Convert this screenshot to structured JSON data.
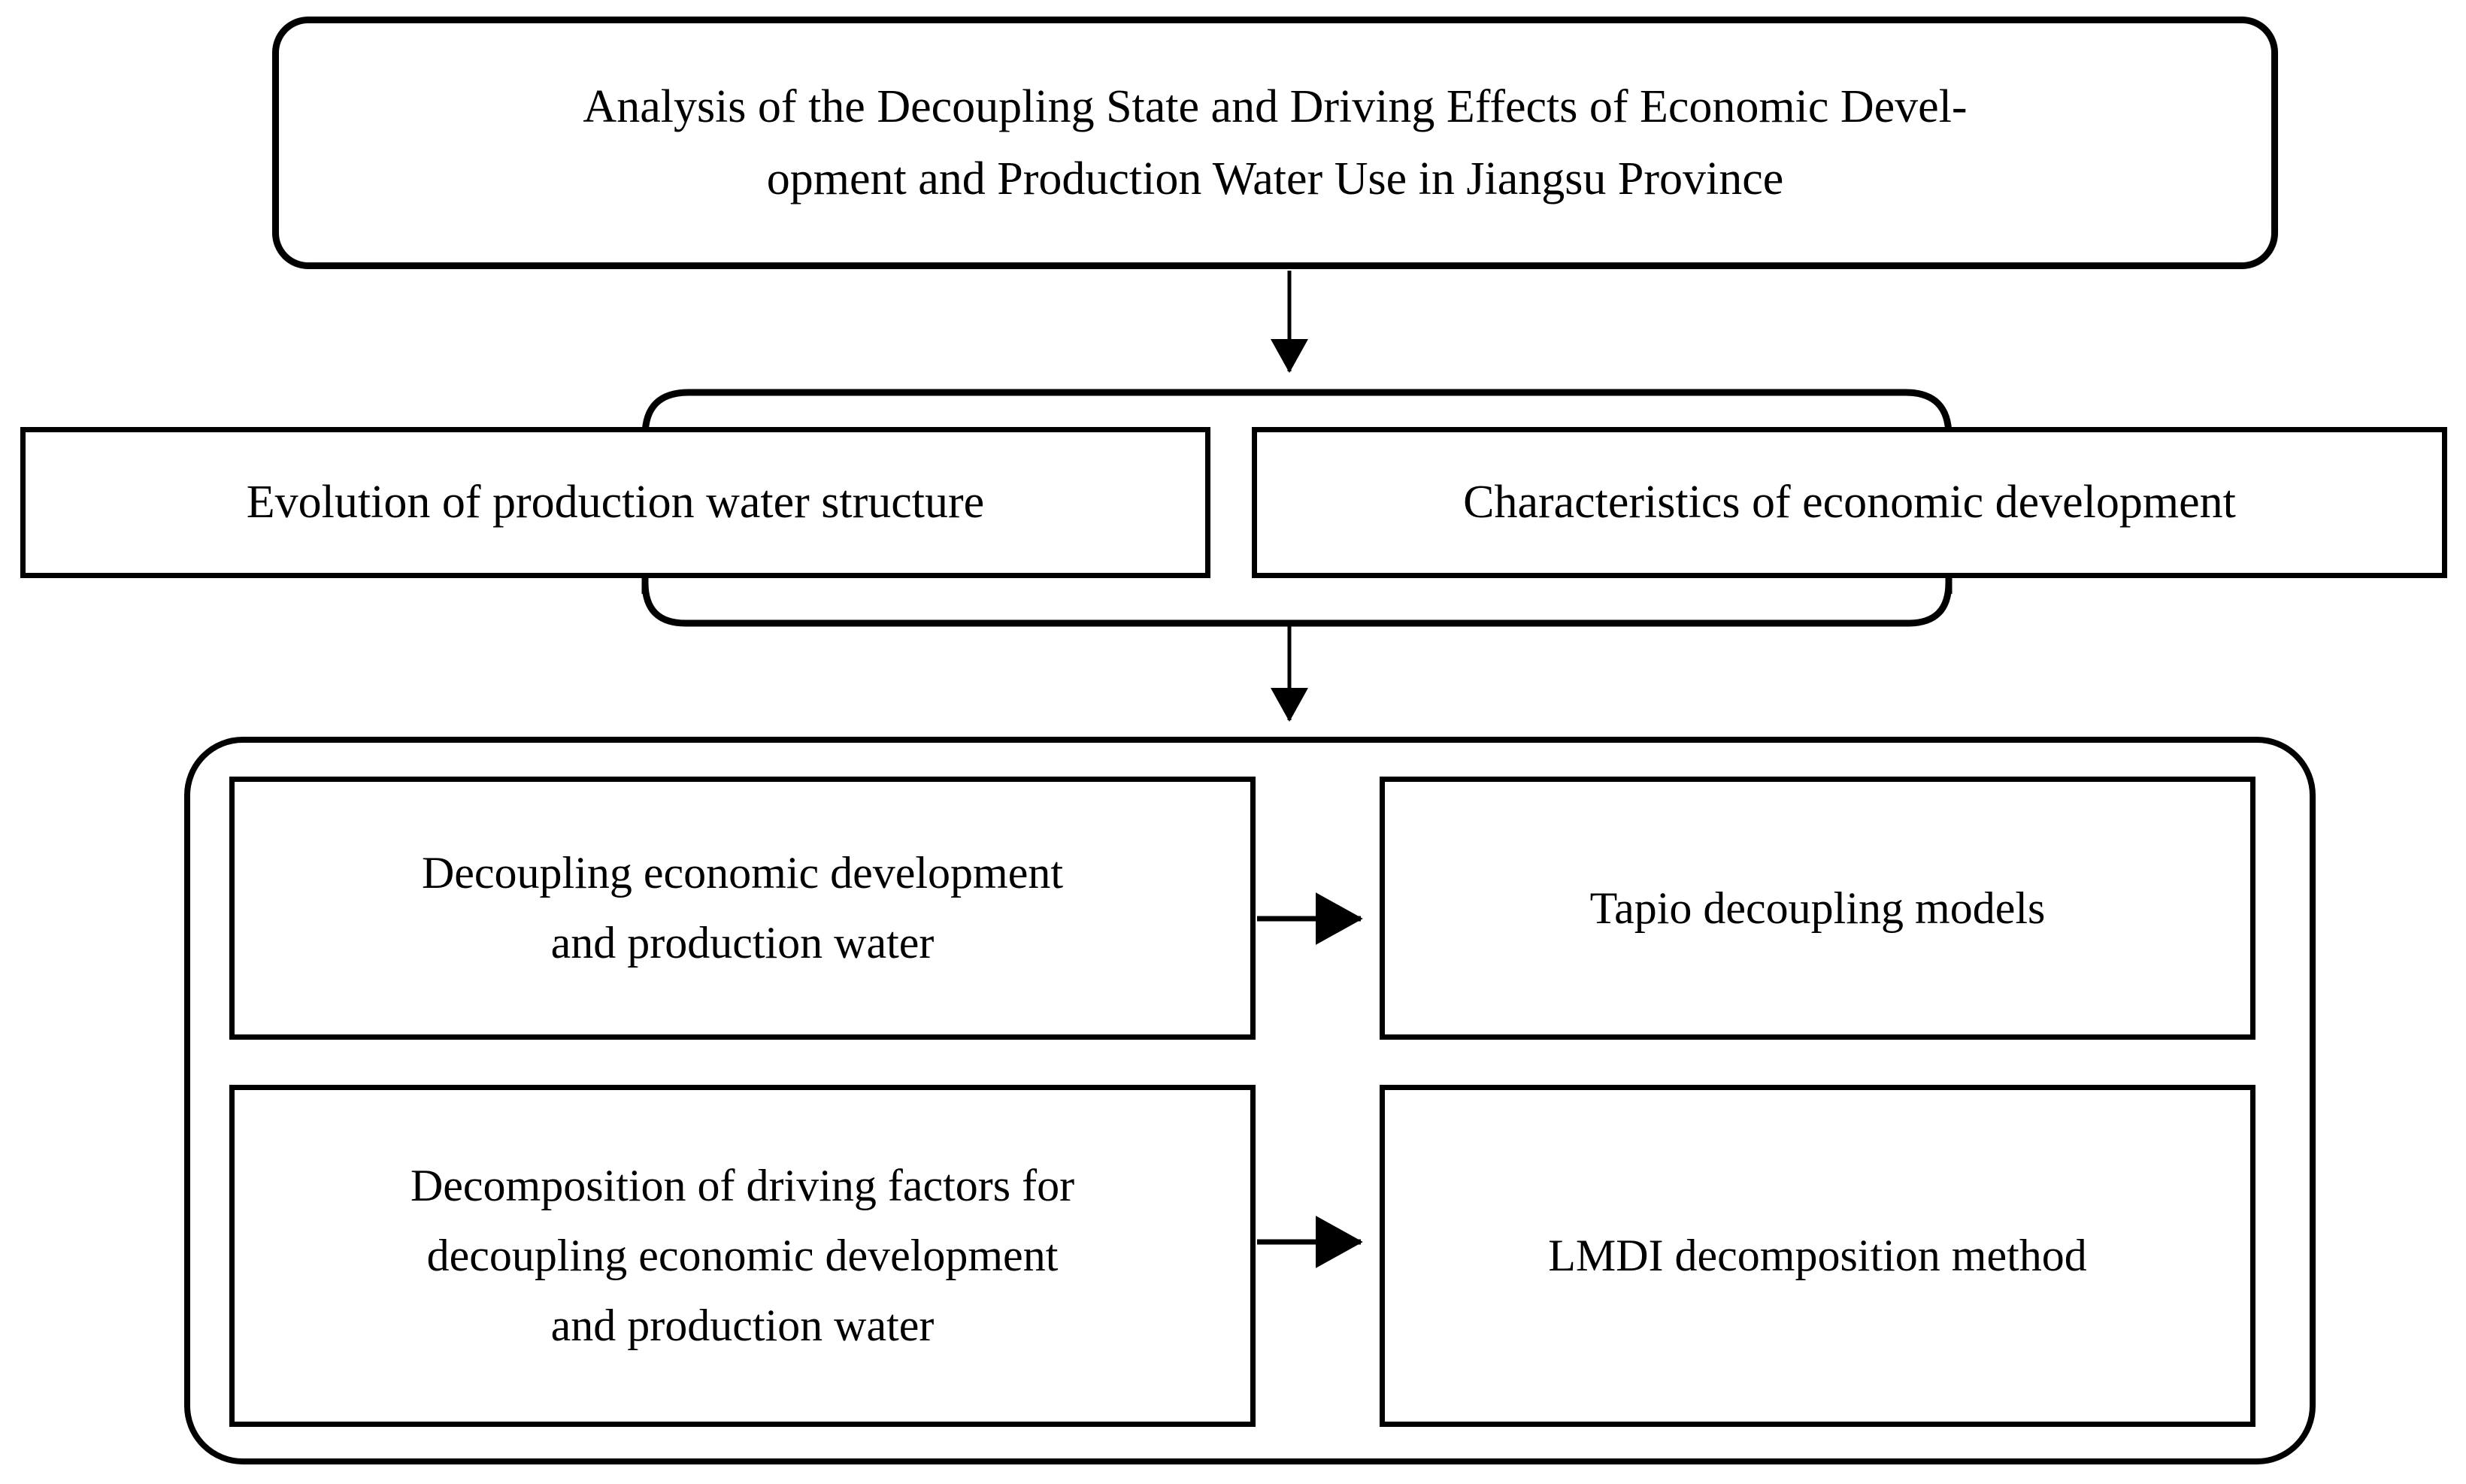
{
  "diagram": {
    "type": "flowchart",
    "orientation": "top-down",
    "background_color": "#ffffff",
    "line_color": "#000000",
    "title_node": {
      "id": "title",
      "shape": "rounded-rectangle",
      "text": "Analysis of the Decoupling State and Driving Effects of Economic Devel-\nopment and Production Water Use in Jiangsu Province"
    },
    "level_two": [
      {
        "id": "water-structure",
        "shape": "rectangle",
        "text": "Evolution of production water structure"
      },
      {
        "id": "economic-characteristics",
        "shape": "rectangle",
        "text": "Characteristics of economic development"
      }
    ],
    "methods_group": {
      "id": "methods",
      "shape": "rounded-rectangle-container",
      "topics": [
        {
          "id": "decoupling-topic",
          "shape": "rectangle",
          "text": "Decoupling economic development\nand production water"
        },
        {
          "id": "decomposition-topic",
          "shape": "rectangle",
          "text": "Decomposition of driving factors for\ndecoupling economic development\nand production water"
        }
      ],
      "methods": [
        {
          "id": "tapio",
          "shape": "rectangle",
          "text": "Tapio decoupling models"
        },
        {
          "id": "lmdi",
          "shape": "rectangle",
          "text": "LMDI decomposition method"
        }
      ]
    },
    "connectors": [
      {
        "id": "title-to-level-two",
        "kind": "arrow-down",
        "from": "title",
        "to": "level-two-bracket"
      },
      {
        "id": "level-two-top-bracket",
        "kind": "bracket-down",
        "spans": [
          "water-structure",
          "economic-characteristics"
        ]
      },
      {
        "id": "level-two-bottom-bracket",
        "kind": "bracket-up",
        "spans": [
          "water-structure",
          "economic-characteristics"
        ]
      },
      {
        "id": "level-two-to-methods",
        "kind": "arrow-down",
        "from": "level-two-bracket",
        "to": "methods"
      },
      {
        "id": "decoupling-to-tapio",
        "kind": "arrow-right",
        "from": "decoupling-topic",
        "to": "tapio"
      },
      {
        "id": "decomposition-to-lmdi",
        "kind": "arrow-right",
        "from": "decomposition-topic",
        "to": "lmdi"
      }
    ]
  }
}
